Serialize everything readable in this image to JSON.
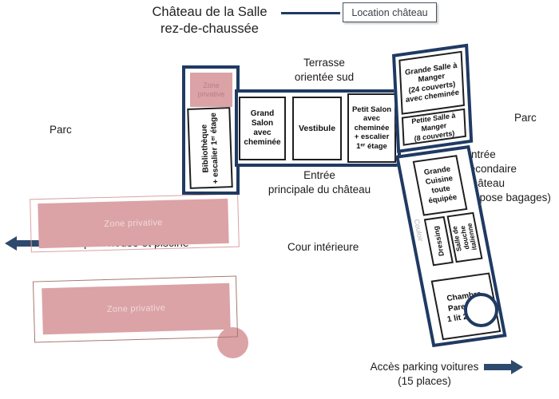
{
  "title": {
    "line1": "Château de la Salle",
    "line2": "rez-de-chaussée"
  },
  "legend": {
    "label": "Location château"
  },
  "labels": {
    "parc_left": "Parc",
    "parc_right": "Parc",
    "terrasse": "Terrasse\norientée sud",
    "entree_principale": "Entrée\nprincipale du château",
    "entree_secondaire": "Entrée\nsecondaire Château\n(dépose bagages)",
    "cour_interieure": "Cour intérieure",
    "acces_pool": "Accès pool house et piscine",
    "acces_parking": "Accès parking voitures\n(15 places)",
    "couloir": "Couloir"
  },
  "rooms": {
    "zone_privative_small": "Zone\nprivative",
    "bibliotheque": "Bibliothèque\n+ escalier 1ᵉʳ étage",
    "grand_salon": "Grand\nSalon\navec\ncheminée",
    "vestibule": "Vestibule",
    "petit_salon": "Petit Salon\navec\ncheminée\n+ escalier\n1ᵉʳ étage",
    "grande_salle_a_manger": "Grande Salle à\nManger\n(24 couverts)\navec cheminée",
    "petite_salle_a_manger": "Petite Salle à\nManger\n(8 couverts)",
    "grande_cuisine": "Grande\nCuisine\ntoute\néquipée",
    "dressing": "Dressing",
    "salle_de_douche": "Salle de\ndouche\nitalienne",
    "chambre_parentale": "Chambre\nParentale\n1 lit 2 pers."
  },
  "zones": {
    "zone1_label": "Zone privative",
    "zone2_label": "Zone privative"
  },
  "colors": {
    "navy": "#1f3a63",
    "room_border": "#1f1f1f",
    "pink": "#dba3a6",
    "pink_outline_light": "#d9a2a4",
    "pink_outline_dark": "#a5786f",
    "couloir_gray": "#b4b4b4",
    "arrow_navy": "#2d4a6d"
  }
}
